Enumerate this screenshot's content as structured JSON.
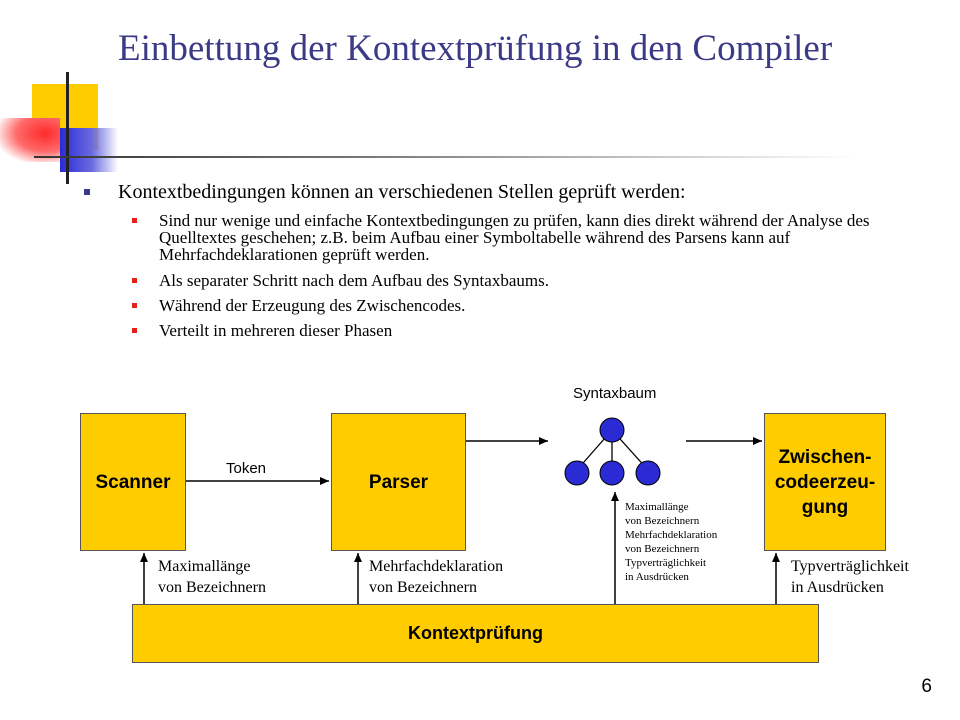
{
  "title": "Einbettung der Kontextprüfung in den Compiler",
  "bullets": {
    "main": "Kontextbedingungen können an verschiedenen Stellen geprüft werden:",
    "sub": [
      "Sind nur wenige und einfache Kontextbedingungen zu prüfen, kann dies direkt während der Analyse des Quelltextes geschehen; z.B. beim Aufbau einer Symboltabelle während des Parsens kann auf Mehrfachdeklarationen geprüft werden.",
      "Als separater Schritt nach dem Aufbau des Syntaxbaums.",
      "Während der Erzeugung des Zwischencodes.",
      "Verteilt in mehreren dieser Phasen"
    ]
  },
  "diagram": {
    "scanner": "Scanner",
    "parser": "Parser",
    "zwischencode": [
      "Zwischen-",
      "codeerzeu-",
      "gung"
    ],
    "kontextpruefung": "Kontextprüfung",
    "syntaxbaum": "Syntaxbaum",
    "token": "Token",
    "label_scanner": [
      "Maximallänge",
      "von Bezeichnern"
    ],
    "label_parser": [
      "Mehrfachdeklaration",
      "von Bezeichnern"
    ],
    "label_tree": [
      "Maximallänge",
      "von Bezeichnern",
      "Mehrfachdeklaration",
      "von Bezeichnern",
      "Typverträglichkeit",
      "in Ausdrücken"
    ],
    "label_zwischencode": [
      "Typverträglichkeit",
      "in Ausdrücken"
    ],
    "colors": {
      "box": "#ffcc00",
      "node": "#2b2bd6"
    }
  },
  "page_number": "6"
}
